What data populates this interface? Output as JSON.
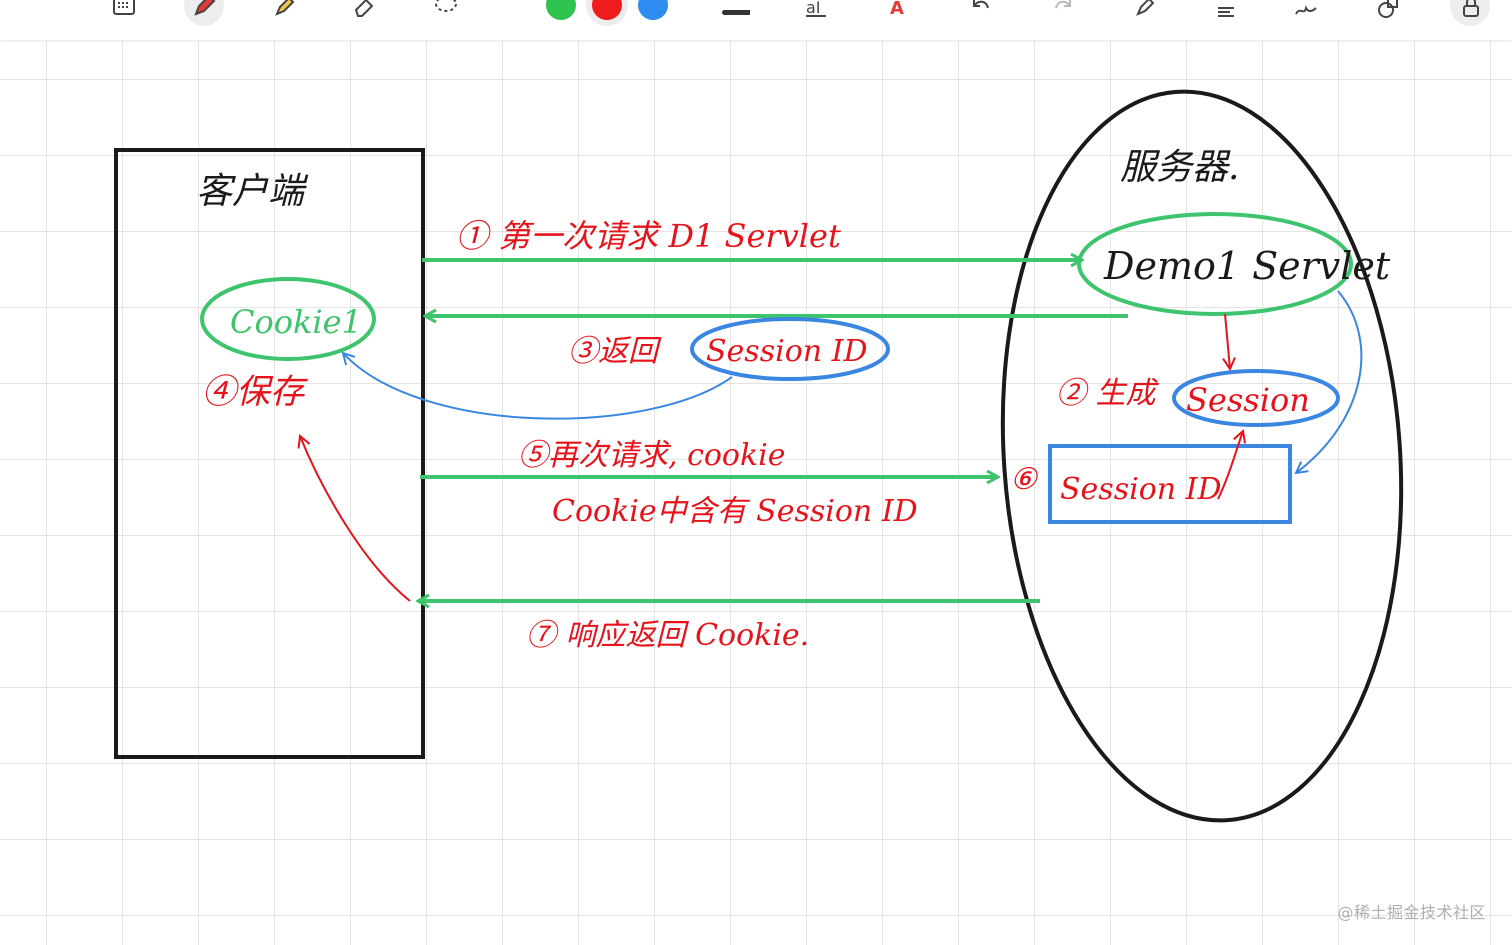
{
  "toolbar": {
    "tools": [
      {
        "name": "keyboard-icon"
      },
      {
        "name": "pen-icon",
        "active": true
      },
      {
        "name": "highlighter-icon"
      },
      {
        "name": "eraser-icon"
      },
      {
        "name": "lasso-icon"
      }
    ],
    "colors": [
      {
        "name": "green",
        "hex": "#2ec24f"
      },
      {
        "name": "red",
        "hex": "#ee1c1c",
        "selected": true
      },
      {
        "name": "blue",
        "hex": "#2f8cf0"
      }
    ],
    "right_tools": [
      "stroke-width-icon",
      "text-icon",
      "shape-recognize-icon",
      "undo-icon",
      "redo-icon",
      "pen-settings-icon",
      "list-icon",
      "signature-icon",
      "shapes-icon",
      "lock-icon"
    ]
  },
  "theme": {
    "grid_color": "#dcdcdc",
    "ink_black": "#1a1a1a",
    "ink_green": "#3ec46d",
    "ink_red": "#e5141b",
    "ink_blue": "#3a86e0"
  },
  "diagram": {
    "client": {
      "title": "客户端",
      "cookie_label": "Cookie1",
      "save_label": "④保存"
    },
    "server": {
      "title": "服务器.",
      "servlet_label": "Demo1 Servlet",
      "step2_label": "② 生成",
      "session_label": "Session",
      "step6_label": "⑥",
      "session_id_box_label": "Session ID"
    },
    "arrows": {
      "step1_label": "① 第一次请求 D1 Servlet",
      "step3_label": "③返回",
      "step3_session_label": "Session ID",
      "step5_label": "⑤再次请求, cookie",
      "step5_sub_label": "Cookie中含有 Session ID",
      "step7_label": "⑦ 响应返回 Cookie."
    }
  },
  "watermark": "@稀土掘金技术社区"
}
